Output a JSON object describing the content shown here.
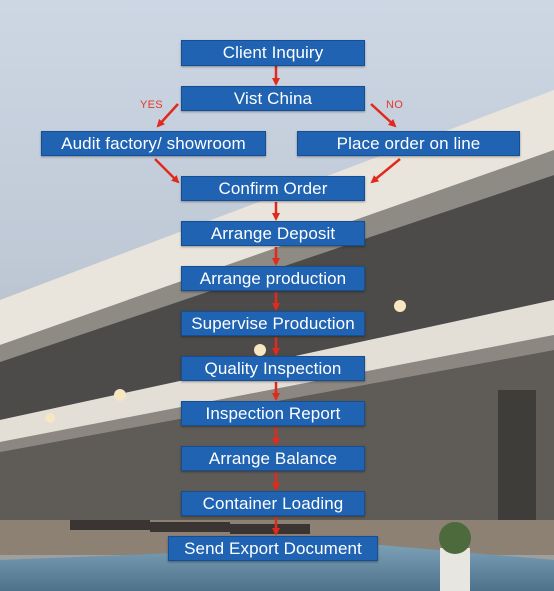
{
  "flowchart": {
    "steps": {
      "client_inquiry": "Client Inquiry",
      "visit_china": "Vist China",
      "audit_factory": "Audit factory/ showroom",
      "place_order": "Place order on line",
      "confirm_order": "Confirm Order",
      "arrange_deposit": "Arrange Deposit",
      "arrange_production": "Arrange production",
      "supervise_production": "Supervise Production",
      "quality_inspection": "Quality Inspection",
      "inspection_report": "Inspection Report",
      "arrange_balance": "Arrange Balance",
      "container_loading": "Container Loading",
      "send_export_document": "Send Export Document"
    },
    "branch_labels": {
      "yes": "YES",
      "no": "NO"
    }
  },
  "colors": {
    "box_fill": "#1f63b2",
    "box_text": "#ffffff",
    "arrow": "#e02a1e"
  }
}
